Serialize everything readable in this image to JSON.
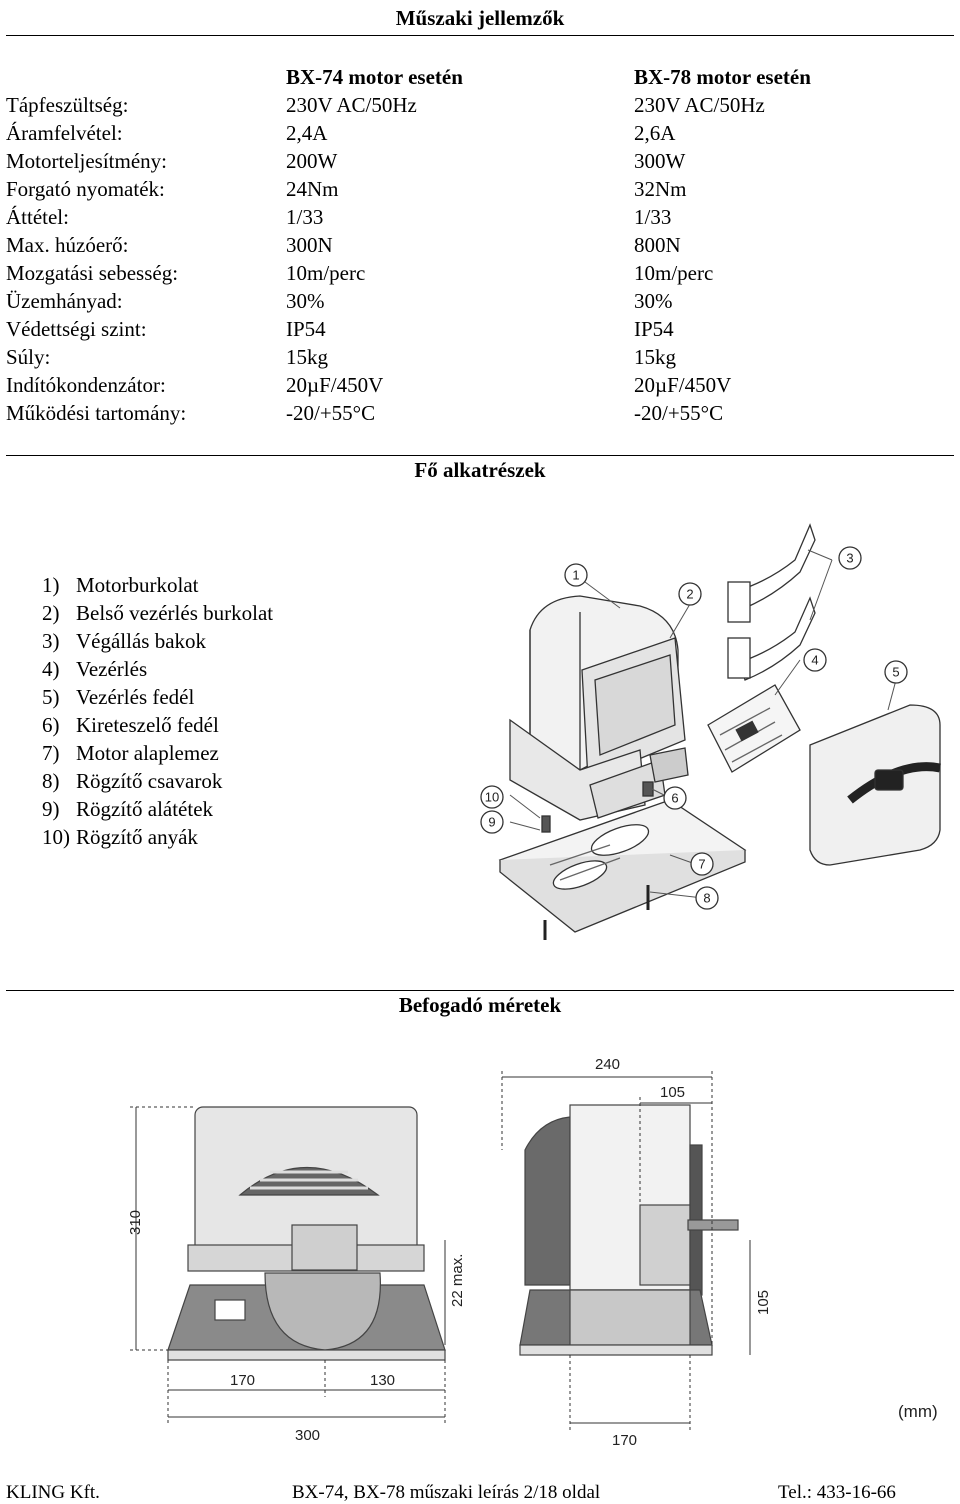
{
  "titles": {
    "specs": "Műszaki jellemzők",
    "parts": "Fő alkatrészek",
    "dims": "Befogadó méretek"
  },
  "specs": {
    "col1_head": "BX-74 motor esetén",
    "col2_head": "BX-78 motor esetén",
    "rows": [
      {
        "label": "Tápfeszültség:",
        "bx74": "230V AC/50Hz",
        "bx78": "230V AC/50Hz"
      },
      {
        "label": "Áramfelvétel:",
        "bx74": "2,4A",
        "bx78": "2,6A"
      },
      {
        "label": "Motorteljesítmény:",
        "bx74": "200W",
        "bx78": "300W"
      },
      {
        "label": "Forgató nyomaték:",
        "bx74": "24Nm",
        "bx78": "32Nm"
      },
      {
        "label": "Áttétel:",
        "bx74": "1/33",
        "bx78": "1/33"
      },
      {
        "label": "Max. húzóerő:",
        "bx74": "300N",
        "bx78": "800N"
      },
      {
        "label": "Mozgatási sebesség:",
        "bx74": "10m/perc",
        "bx78": "10m/perc"
      },
      {
        "label": "Üzemhányad:",
        "bx74": "30%",
        "bx78": "30%"
      },
      {
        "label": "Védettségi szint:",
        "bx74": "IP54",
        "bx78": "IP54"
      },
      {
        "label": "Súly:",
        "bx74": "15kg",
        "bx78": "15kg"
      },
      {
        "label": "Indítókondenzátor:",
        "bx74": "20µF/450V",
        "bx78": "20µF/450V"
      },
      {
        "label": "Működési tartomány:",
        "bx74": "-20/+55°C",
        "bx78": "-20/+55°C"
      }
    ]
  },
  "parts": [
    {
      "num": "1)",
      "name": "Motorburkolat"
    },
    {
      "num": "2)",
      "name": "Belső vezérlés burkolat"
    },
    {
      "num": "3)",
      "name": "Végállás bakok"
    },
    {
      "num": "4)",
      "name": "Vezérlés"
    },
    {
      "num": "5)",
      "name": "Vezérlés fedél"
    },
    {
      "num": "6)",
      "name": "Kireteszelő fedél"
    },
    {
      "num": "7)",
      "name": "Motor alaplemez"
    },
    {
      "num": "8)",
      "name": "Rögzítő csavarok"
    },
    {
      "num": "9)",
      "name": "Rögzítő alátétek"
    },
    {
      "num": "10)",
      "name": "Rögzítő anyák"
    }
  ],
  "callouts": [
    "1",
    "2",
    "3",
    "4",
    "5",
    "6",
    "7",
    "8",
    "9",
    "10"
  ],
  "dimensions": {
    "width_total": "240",
    "width_upper": "105",
    "height": "310",
    "base_clearance": "22 max.",
    "right_height": "105",
    "front_left": "170",
    "front_right": "130",
    "front_total": "300",
    "side_bottom": "170",
    "unit": "(mm)"
  },
  "footer": {
    "company": "KLING Kft.",
    "doc": "BX-74, BX-78 műszaki leírás 2/18 oldal",
    "phone": "Tel.: 433-16-66"
  }
}
